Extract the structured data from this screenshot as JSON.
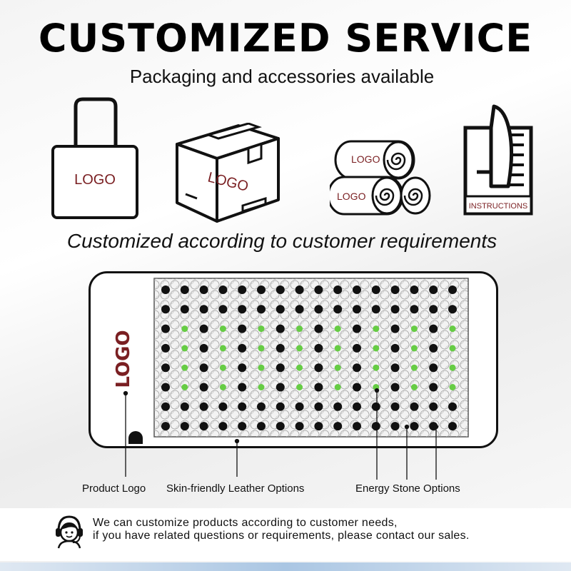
{
  "header": {
    "title": "CUSTOMIZED SERVICE",
    "subtitle": "Packaging and accessories available"
  },
  "packaging_icons": {
    "bag_logo": "LOGO",
    "box_logo": "LOGO",
    "roll_logo_top": "LOGO",
    "roll_logo_bottom": "LOGO",
    "instructions_label": "INSTRUCTIONS"
  },
  "tagline": "Customized according to customer requirements",
  "product": {
    "logo_text": "LOGO",
    "grid_rows": 8,
    "grid_cols": 16,
    "callouts": {
      "product_logo": "Product Logo",
      "leather": "Skin-friendly Leather Options",
      "stone": "Energy Stone Options"
    },
    "colors": {
      "stone_black": "#111111",
      "stone_green": "#66cc44",
      "logo_red": "#7a1f22"
    }
  },
  "contact": {
    "icon": "customer-service-icon",
    "line1": "We can customize products according to customer needs,",
    "line2": "if you have related questions or requirements, please contact our sales."
  }
}
